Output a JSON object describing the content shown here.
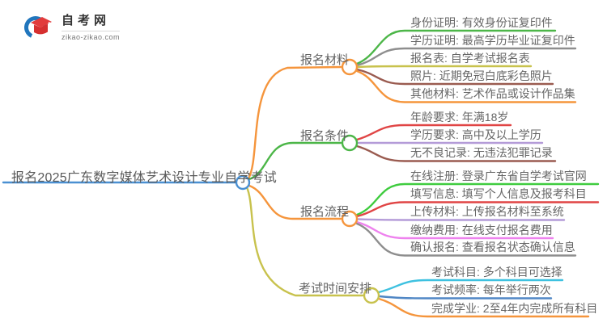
{
  "logo": {
    "title": "自考网",
    "domain": "zikao-zikao.com",
    "icon": "graduation-cap-icon",
    "brand_colors": {
      "cap_red": "#e23c3c",
      "swoosh_blue": "#2176bd"
    }
  },
  "colors": {
    "central_blue": "#4a90d2",
    "orange": "#f5953c",
    "green": "#4cb648",
    "bright_green": "#3fcc3f",
    "gray": "#8e8e8e",
    "olive": "#c8c24d",
    "maroon": "#9a5b50",
    "red": "#e04545",
    "purple": "#b49bd8",
    "pink": "#ee82ee",
    "cyan": "#3ec1e0",
    "blue": "#5087c5"
  },
  "mindmap": {
    "central": {
      "label": "报名2025广东数字媒体艺术设计专业自学考试"
    },
    "branches": [
      {
        "label": "报名材料",
        "children": [
          {
            "label": "身份证明: 有效身份证复印件"
          },
          {
            "label": "学历证明: 最高学历毕业证复印件"
          },
          {
            "label": "报名表: 自学考试报名表"
          },
          {
            "label": "照片: 近期免冠白底彩色照片"
          },
          {
            "label": "其他材料: 艺术作品或设计作品集"
          }
        ]
      },
      {
        "label": "报名条件",
        "children": [
          {
            "label": "年龄要求: 年满18岁"
          },
          {
            "label": "学历要求: 高中及以上学历"
          },
          {
            "label": "无不良记录: 无违法犯罪记录"
          }
        ]
      },
      {
        "label": "报名流程",
        "children": [
          {
            "label": "在线注册: 登录广东省自学考试官网"
          },
          {
            "label": "填写信息: 填写个人信息及报考科目"
          },
          {
            "label": "上传材料: 上传报名材料至系统"
          },
          {
            "label": "缴纳费用: 在线支付报名费用"
          },
          {
            "label": "确认报名: 查看报名状态确认信息"
          }
        ]
      },
      {
        "label": "考试时间安排",
        "children": [
          {
            "label": "考试科目: 多个科目可选择"
          },
          {
            "label": "考试频率: 每年举行两次"
          },
          {
            "label": "完成学业: 2至4年内完成所有科目"
          }
        ]
      }
    ]
  }
}
